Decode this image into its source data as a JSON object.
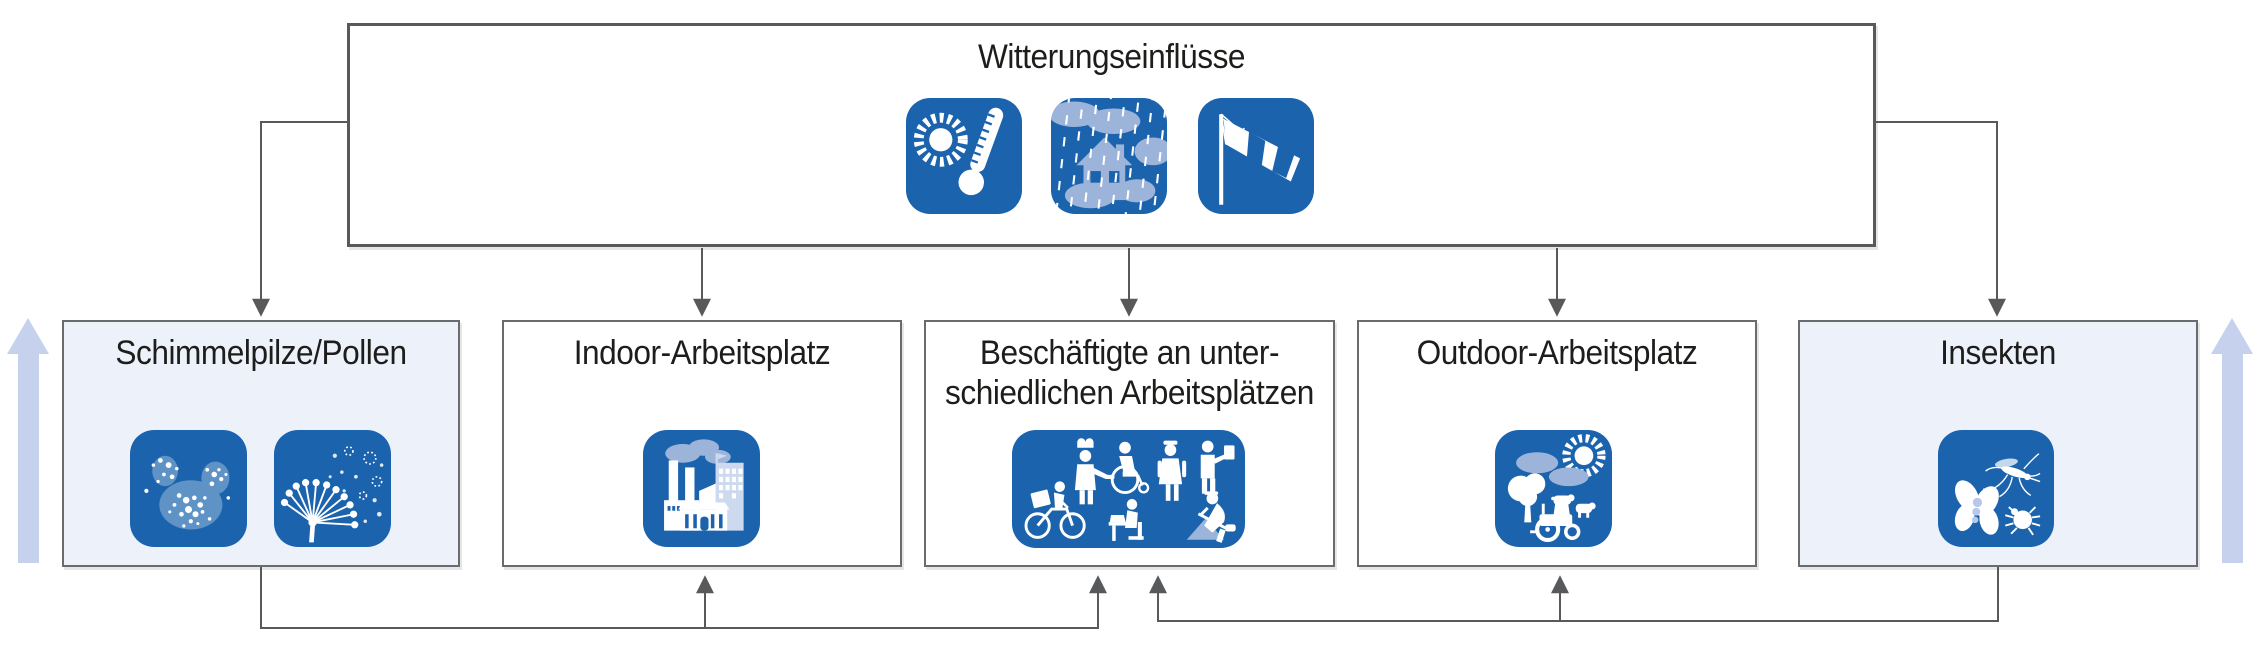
{
  "top_box": {
    "label": "Witterungseinflüsse",
    "icons": [
      "sun-thermometer-icon",
      "rain-house-icon",
      "windsock-icon"
    ]
  },
  "boxes": [
    {
      "label": "Schimmelpilze/Pollen",
      "highlighted": true,
      "icons": [
        "mold-spores-icon",
        "dandelion-pollen-icon"
      ]
    },
    {
      "label": "Indoor-Arbeitsplatz",
      "highlighted": false,
      "icons": [
        "factory-buildings-icon"
      ]
    },
    {
      "label": "Beschäftigte an unterschiedlichen Arbeitsplätzen",
      "label_lines": [
        "Beschäftigte an unter-",
        "schiedlichen Arbeitsplätzen"
      ],
      "highlighted": false,
      "icons": [
        "diverse-workers-icon"
      ]
    },
    {
      "label": "Outdoor-Arbeitsplatz",
      "highlighted": false,
      "icons": [
        "farm-scene-icon"
      ]
    },
    {
      "label": "Insekten",
      "highlighted": true,
      "icons": [
        "moth-mosquito-tick-icon"
      ]
    }
  ],
  "edges": [
    {
      "from": "Witterungseinflüsse",
      "to": "Schimmelpilze/Pollen"
    },
    {
      "from": "Witterungseinflüsse",
      "to": "Indoor-Arbeitsplatz"
    },
    {
      "from": "Witterungseinflüsse",
      "to": "Beschäftigte an unterschiedlichen Arbeitsplätzen"
    },
    {
      "from": "Witterungseinflüsse",
      "to": "Outdoor-Arbeitsplatz"
    },
    {
      "from": "Witterungseinflüsse",
      "to": "Insekten"
    },
    {
      "from": "Schimmelpilze/Pollen",
      "to": "Indoor-Arbeitsplatz"
    },
    {
      "from": "Schimmelpilze/Pollen",
      "to": "Beschäftigte an unterschiedlichen Arbeitsplätzen"
    },
    {
      "from": "Insekten",
      "to": "Beschäftigte an unterschiedlichen Arbeitsplätzen"
    },
    {
      "from": "Insekten",
      "to": "Outdoor-Arbeitsplatz"
    }
  ],
  "side_arrows": {
    "left": "up",
    "right": "up"
  },
  "colors": {
    "icon_blue": "#1b63ac",
    "icon_light_blue": "#9db4da",
    "highlight_box_bg": "#edf1f9",
    "box_border": "#6a6b6d",
    "connector_gray": "#58595b",
    "side_arrow_blue": "#c6d1ee",
    "text": "#1d1d1b"
  }
}
